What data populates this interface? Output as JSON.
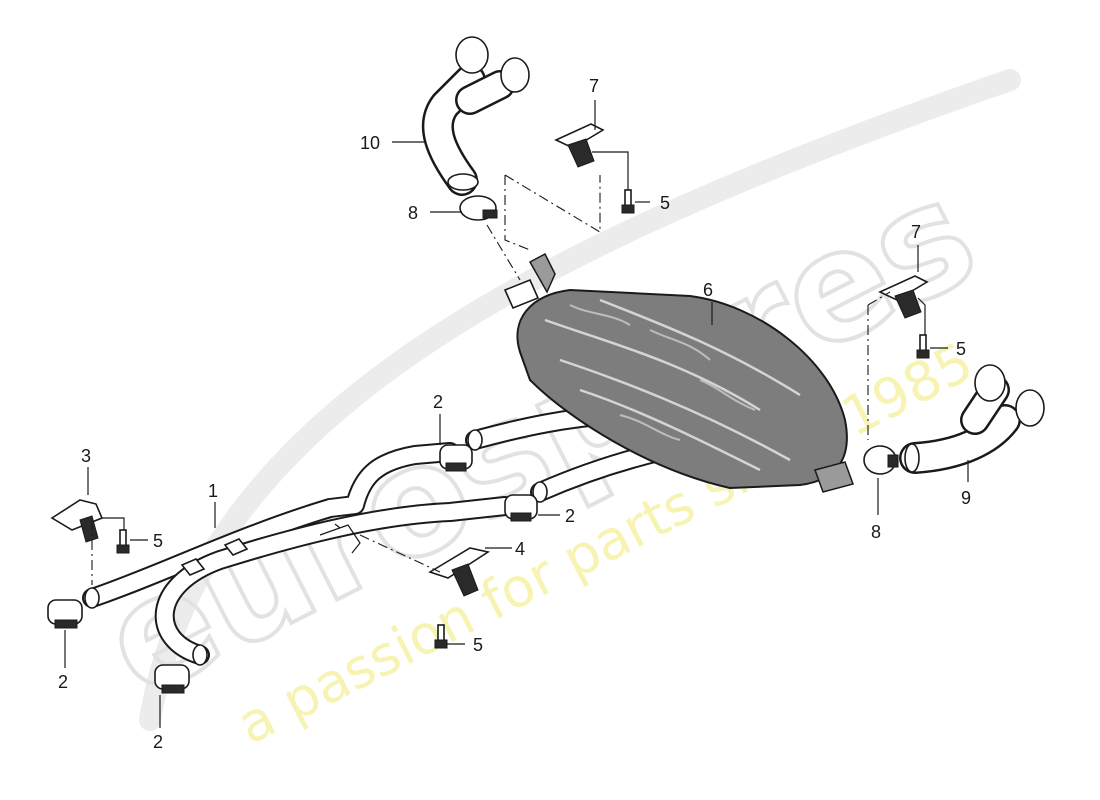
{
  "diagram": {
    "watermark_logo": "eurospares",
    "watermark_tagline": "a passion for parts since 1985",
    "callouts": [
      {
        "id": "c1",
        "label": "1"
      },
      {
        "id": "c2a",
        "label": "2"
      },
      {
        "id": "c2b",
        "label": "2"
      },
      {
        "id": "c2c",
        "label": "2"
      },
      {
        "id": "c2d",
        "label": "2"
      },
      {
        "id": "c3",
        "label": "3"
      },
      {
        "id": "c4",
        "label": "4"
      },
      {
        "id": "c5a",
        "label": "5"
      },
      {
        "id": "c5b",
        "label": "5"
      },
      {
        "id": "c5c",
        "label": "5"
      },
      {
        "id": "c5d",
        "label": "5"
      },
      {
        "id": "c6",
        "label": "6"
      },
      {
        "id": "c7a",
        "label": "7"
      },
      {
        "id": "c7b",
        "label": "7"
      },
      {
        "id": "c8a",
        "label": "8"
      },
      {
        "id": "c8b",
        "label": "8"
      },
      {
        "id": "c9",
        "label": "9"
      },
      {
        "id": "c10",
        "label": "10"
      }
    ]
  }
}
